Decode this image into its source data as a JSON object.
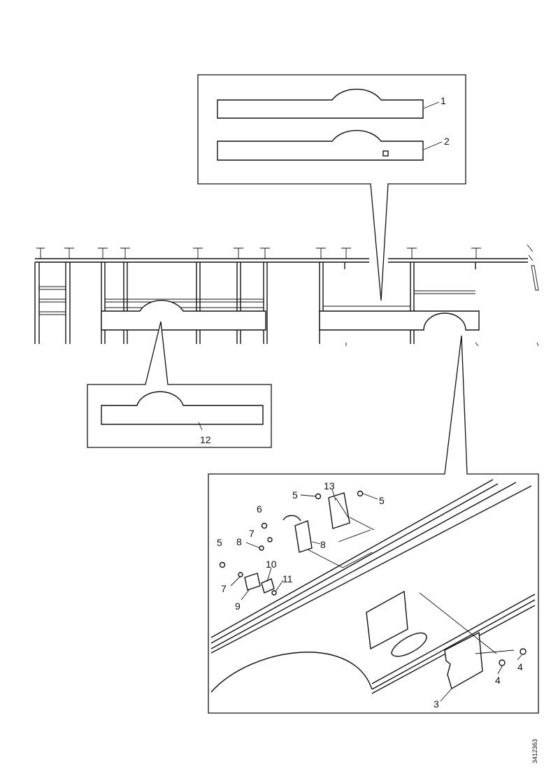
{
  "callouts": {
    "c1": "1",
    "c2": "2",
    "c3": "3",
    "c4a": "4",
    "c4b": "4",
    "c5a": "5",
    "c5b": "5",
    "c5c": "5",
    "c6": "6",
    "c7a": "7",
    "c7b": "7",
    "c8a": "8",
    "c8b": "8",
    "c9": "9",
    "c10": "10",
    "c11": "11",
    "c12": "12",
    "c13": "13"
  },
  "drawing_code": "3412363"
}
